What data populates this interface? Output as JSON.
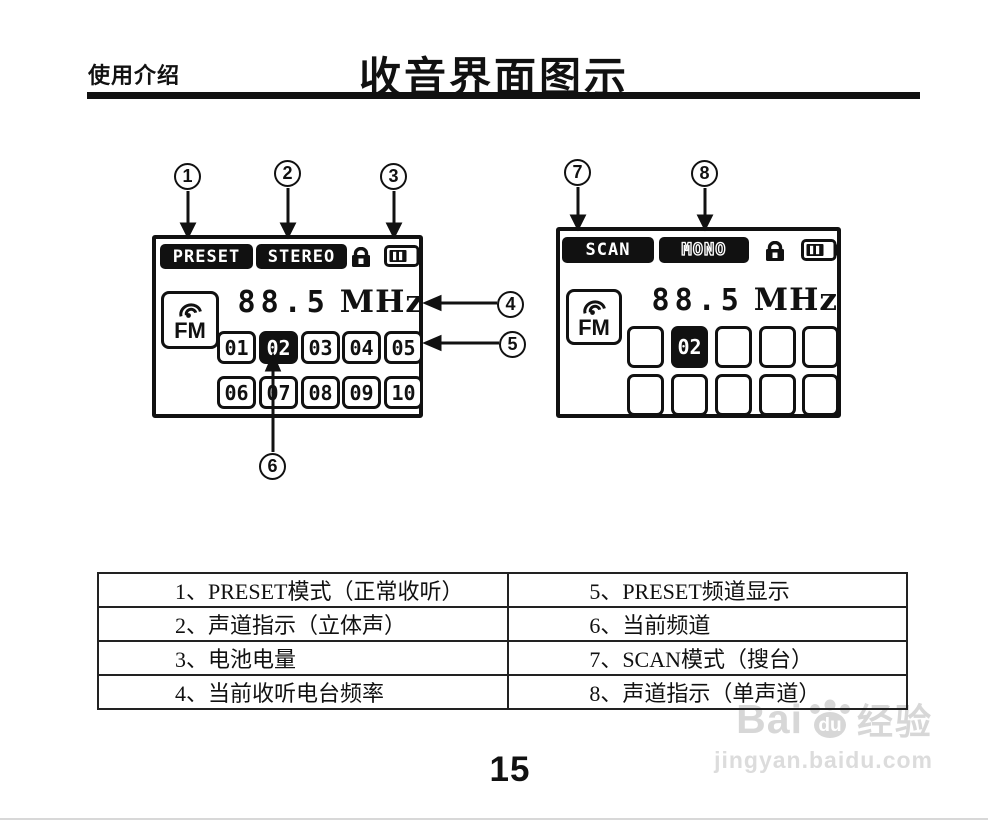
{
  "header": {
    "section_label": "使用介绍",
    "title": "收音界面图示"
  },
  "left_screen": {
    "mode_badge": "PRESET",
    "audio_badge": "STEREO",
    "band": "FM",
    "frequency": "88.5",
    "frequency_unit": "MHz",
    "channels": [
      "01",
      "02",
      "03",
      "04",
      "05",
      "06",
      "07",
      "08",
      "09",
      "10"
    ],
    "active_channel": "02"
  },
  "right_screen": {
    "mode_badge": "SCAN",
    "audio_badge": "MONO",
    "band": "FM",
    "frequency": "88.5",
    "frequency_unit": "MHz",
    "channels": [
      "",
      "02",
      "",
      "",
      "",
      "",
      "",
      "",
      "",
      ""
    ],
    "active_channel": "02"
  },
  "callouts": {
    "c1": "1",
    "c2": "2",
    "c3": "3",
    "c4": "4",
    "c5": "5",
    "c6": "6",
    "c7": "7",
    "c8": "8"
  },
  "legend_table": {
    "rows": [
      {
        "left": "1、PRESET模式（正常收听）",
        "right": "5、PRESET频道显示"
      },
      {
        "left": "2、声道指示（立体声）",
        "right": "6、当前频道"
      },
      {
        "left": "3、电池电量",
        "right": "7、SCAN模式（搜台）"
      },
      {
        "left": "4、当前收听电台频率",
        "right": "8、声道指示（单声道）"
      }
    ]
  },
  "footer": {
    "page_number": "15"
  },
  "watermark": {
    "brand_prefix": "Bai",
    "brand_paw_text": "du",
    "brand_suffix": "经验",
    "url": "jingyan.baidu.com"
  },
  "icons": {
    "lock": "padlock",
    "battery": "battery-level",
    "fm_wave": "broadcast-signal"
  }
}
